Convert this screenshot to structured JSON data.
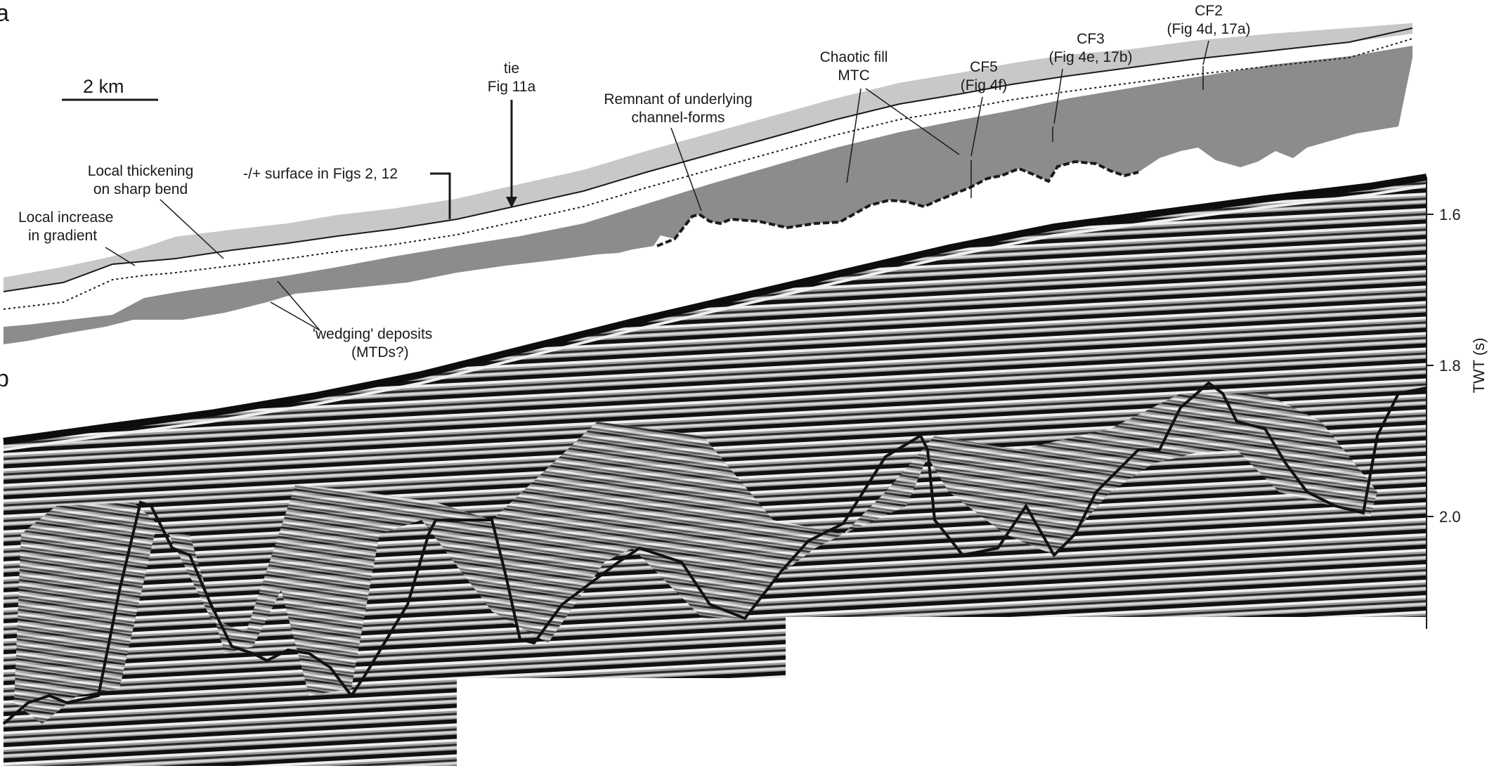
{
  "figure": {
    "panels": [
      "a",
      "b"
    ],
    "scale_bar": {
      "label": "2 km"
    },
    "annotations": {
      "tie": [
        "tie",
        "Fig 11a"
      ],
      "surface": "-/+ surface in Figs 2, 12",
      "local_thickening": [
        "Local thickening",
        "on sharp bend"
      ],
      "local_gradient": [
        "Local increase",
        "in gradient"
      ],
      "wedging": [
        "'wedging' deposits",
        "(MTDs?)"
      ],
      "remnant": [
        "Remnant of underlying",
        "channel-forms"
      ],
      "chaotic": [
        "Chaotic fill",
        "MTC"
      ],
      "cf5": [
        "CF5",
        "(Fig 4f)"
      ],
      "cf3": [
        "CF3",
        "(Fig 4e, 17b)"
      ],
      "cf2": [
        "CF2",
        "(Fig 4d, 17a)"
      ]
    },
    "axis": {
      "label": "TWT (s)",
      "ticks": [
        "1.6",
        "1.8",
        "2.0"
      ]
    }
  },
  "colors": {
    "dark_fill": "#8c8c8c",
    "light_fill": "#c8c8c8",
    "line": "#1a1a1a"
  }
}
